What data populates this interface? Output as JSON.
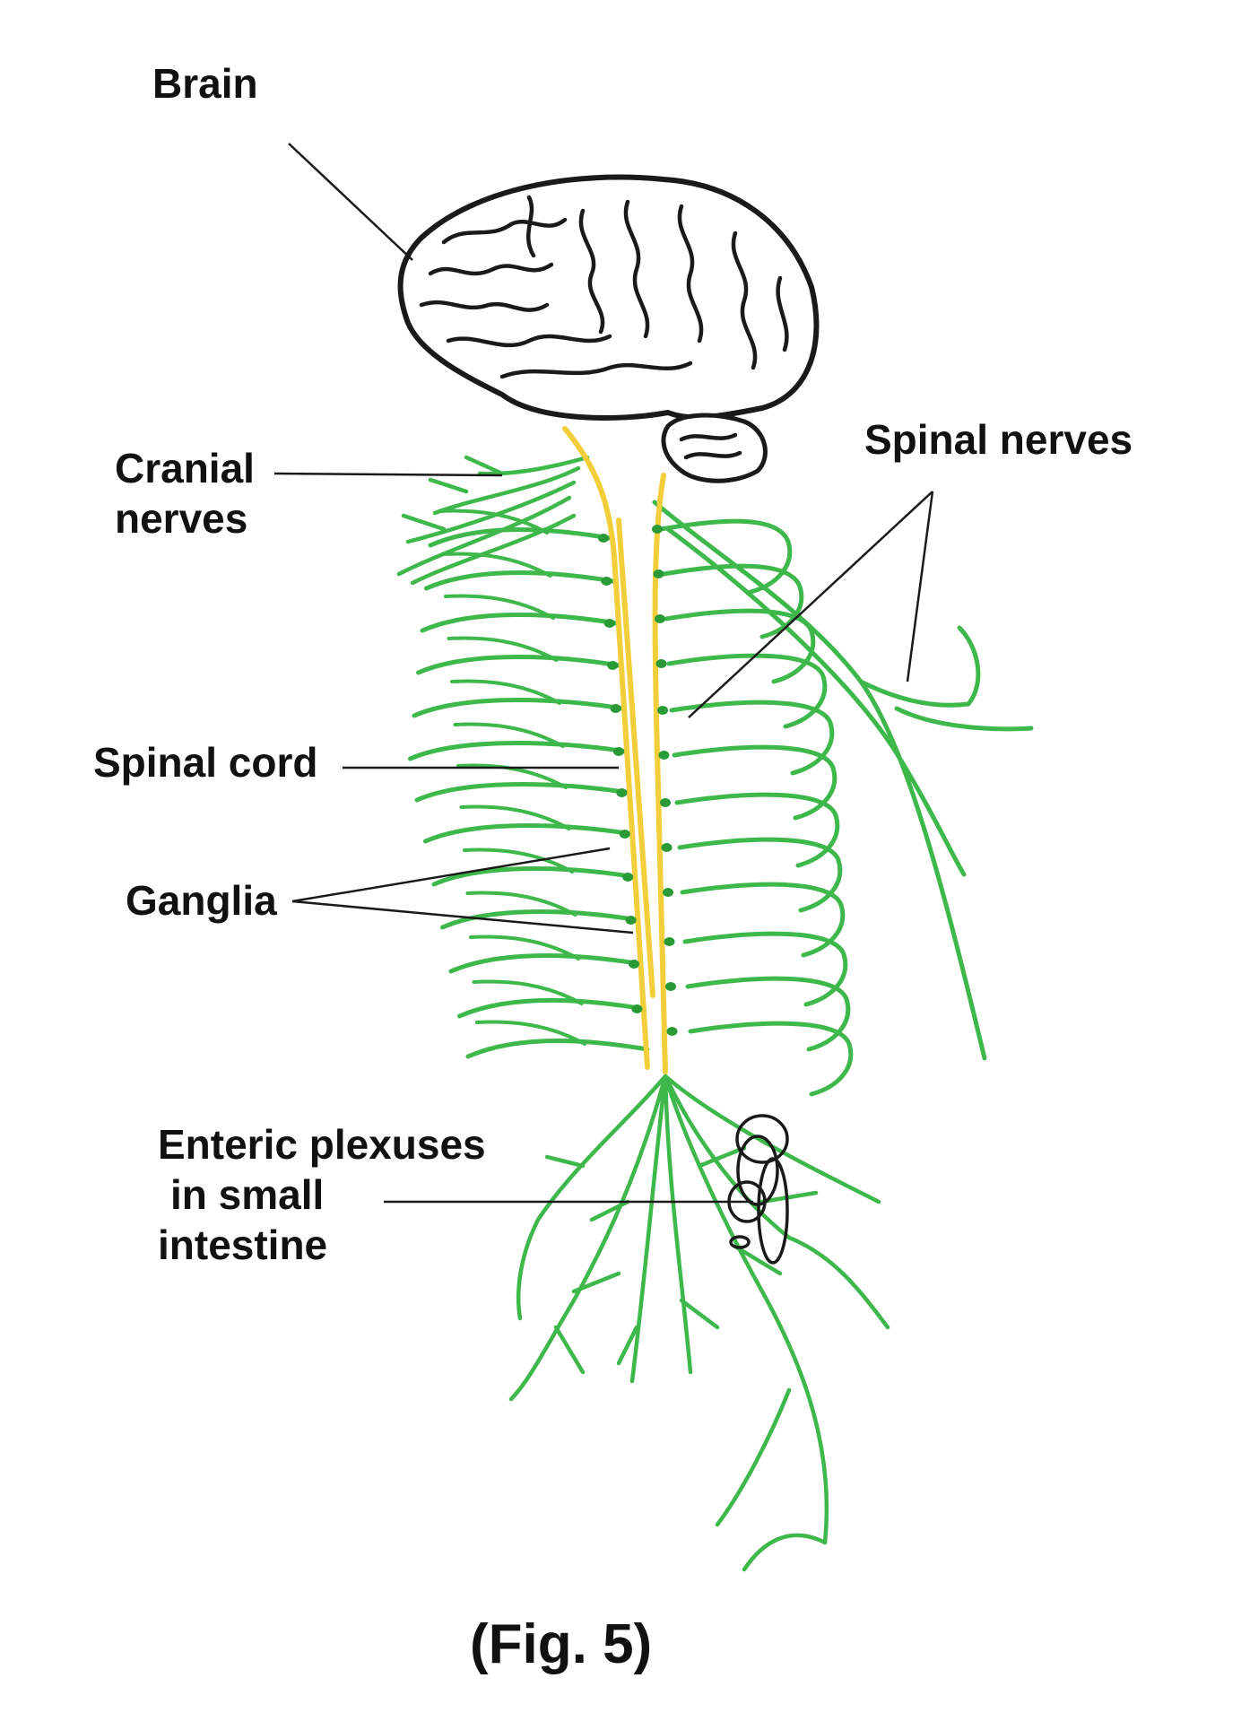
{
  "labels": {
    "brain": "Brain",
    "cranial_line1": "Cranial",
    "cranial_line2": "nerves",
    "spinal_nerves": "Spinal nerves",
    "spinal_cord": "Spinal cord",
    "ganglia": "Ganglia",
    "enteric_line1": "Enteric plexuses",
    "enteric_line2": "in small",
    "enteric_line3": "intestine"
  },
  "caption": "(Fig. 5)",
  "colors": {
    "nerve": "#3eb84a",
    "ganglion": "#2a9a36",
    "cord": "#f2cf3a",
    "outline": "#1a1a1a",
    "background": "#ffffff"
  }
}
